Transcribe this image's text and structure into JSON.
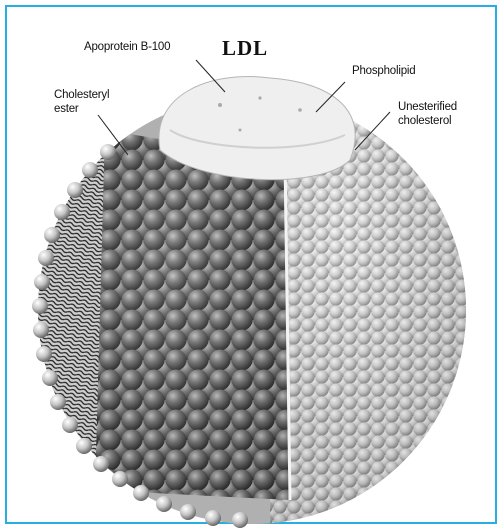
{
  "title": "LDL",
  "labels": {
    "apoprotein": "Apoprotein B-100",
    "cholesteryl_ester_line1": "Cholesteryl",
    "cholesteryl_ester_line2": "ester",
    "phospholipid": "Phospholipid",
    "unesterified_line1": "Unesterified",
    "unesterified_line2": "cholesterol"
  },
  "colors": {
    "frame_border": "#27aee2",
    "sphere_dark": "#2e2e2e",
    "sphere_light": "#e8e8e8",
    "apoprotein_cap": "#eeeeee"
  }
}
